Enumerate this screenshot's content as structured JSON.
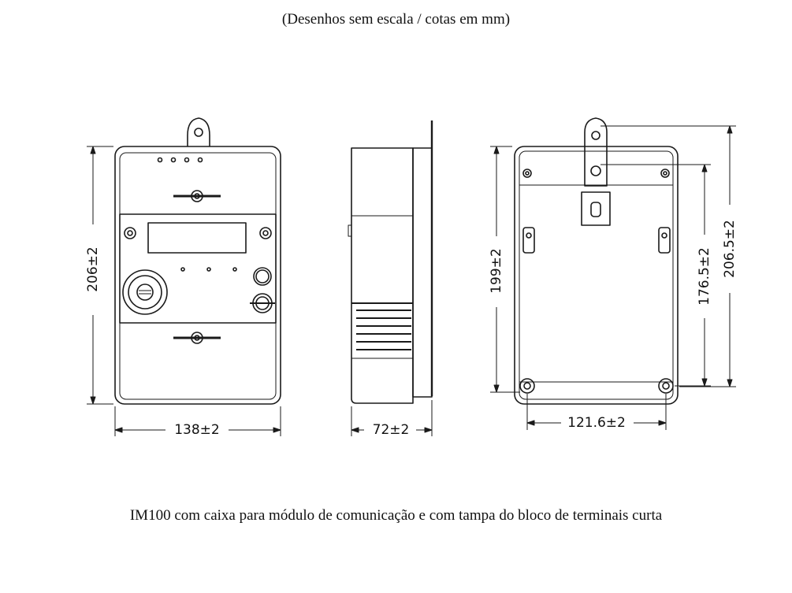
{
  "header": {
    "note": "(Desenhos sem escala / cotas em mm)"
  },
  "views": {
    "front": {
      "height_dim": "206±2",
      "width_dim": "138±2"
    },
    "side": {
      "depth_dim": "72±2"
    },
    "rear": {
      "height_dim_a": "199±2",
      "height_dim_b": "176.5±2",
      "height_dim_c": "206.5±2",
      "width_dim": "121.6±2"
    }
  },
  "caption": {
    "text": "IM100 com caixa para módulo de comunicação e com tampa do bloco de terminais curta"
  }
}
